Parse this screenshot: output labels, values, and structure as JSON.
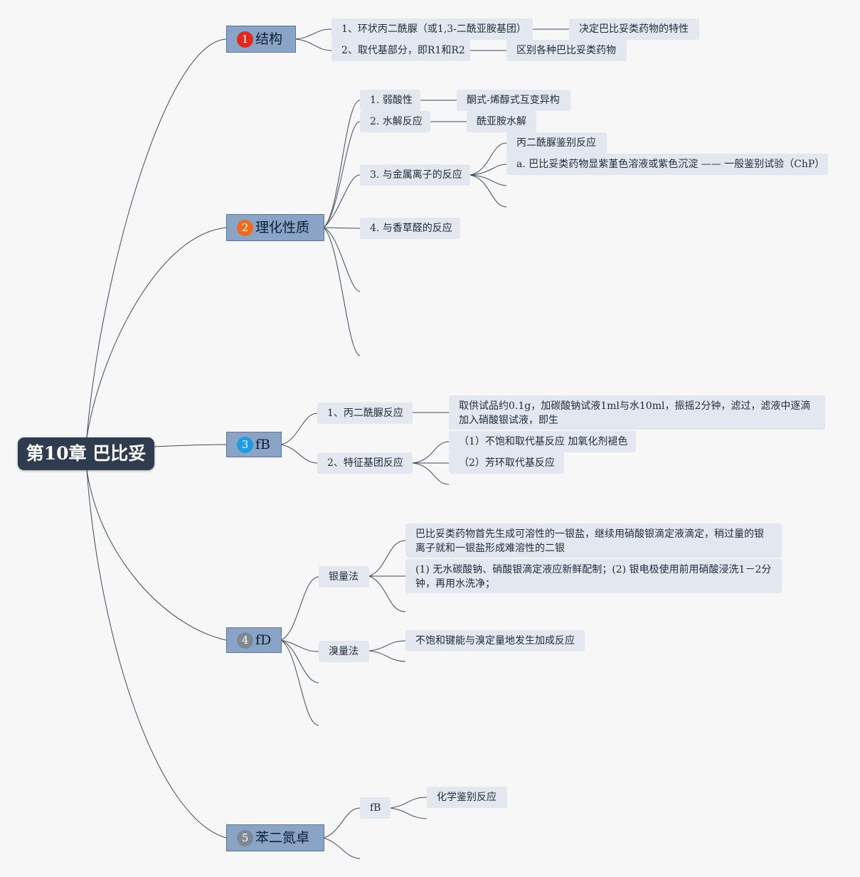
{
  "root": "第10章 巴比妥",
  "sections": [
    {
      "badge": "1",
      "badge_color": "#e0281e",
      "title": "结构"
    },
    {
      "badge": "2",
      "badge_color": "#ef6a1c",
      "title": "理化性质"
    },
    {
      "badge": "3",
      "badge_color": "#1e9be5",
      "title": "fB"
    },
    {
      "badge": "4",
      "badge_color": "#7e8893",
      "title": "fD"
    },
    {
      "badge": "5",
      "badge_color": "#7e8893",
      "title": "苯二氮卓"
    }
  ],
  "structure": {
    "item1": "1、环状丙二酰脲（或1,3-二酰亚胺基团）",
    "item1_note": "决定巴比妥类药物的特性",
    "item2": "2、取代基部分，即R1和R2",
    "item2_note": "区别各种巴比妥类药物"
  },
  "properties": {
    "acid": "1. 弱酸性",
    "acid_note": "酮式-烯醇式互变异构",
    "hydrolysis": "2. 水解反应",
    "hydrolysis_note": "酰亚胺水解",
    "metal": "3. 与金属离子的反应",
    "metal_sub1": "丙二酰脲鉴别反应",
    "metal_sub2": "a. 巴比妥类药物显紫堇色溶液或紫色沉淀 —— 一般鉴别试验（ChP）",
    "vanillin": "4. 与香草醛的反应"
  },
  "fb": {
    "reaction1": "1、丙二酰脲反应",
    "reaction1_note": "取供试品约0.1g，加碳酸钠试液1ml与水10ml，振摇2分钟，滤过，滤液中逐滴加入硝酸银试液，即生",
    "reaction2": "2、特征基团反应",
    "reaction2_sub1": "（1）不饱和取代基反应 加氧化剂褪色",
    "reaction2_sub2": "（2）芳环取代基反应"
  },
  "fd": {
    "silver": "银量法",
    "silver_note1": "巴比妥类药物首先生成可溶性的一银盐，继续用硝酸银滴定液滴定，稍过量的银离子就和一银盐形成难溶性的二银",
    "silver_note2": "(1) 无水碳酸钠、硝酸银滴定液应新鲜配制；(2) 银电极使用前用硝酸浸洗1－2分钟，再用水洗净；",
    "bromine": "溴量法",
    "bromine_note": "不饱和键能与溴定量地发生加成反应"
  },
  "bzd": {
    "fb": "fB",
    "fb_note": "化学鉴别反应"
  }
}
